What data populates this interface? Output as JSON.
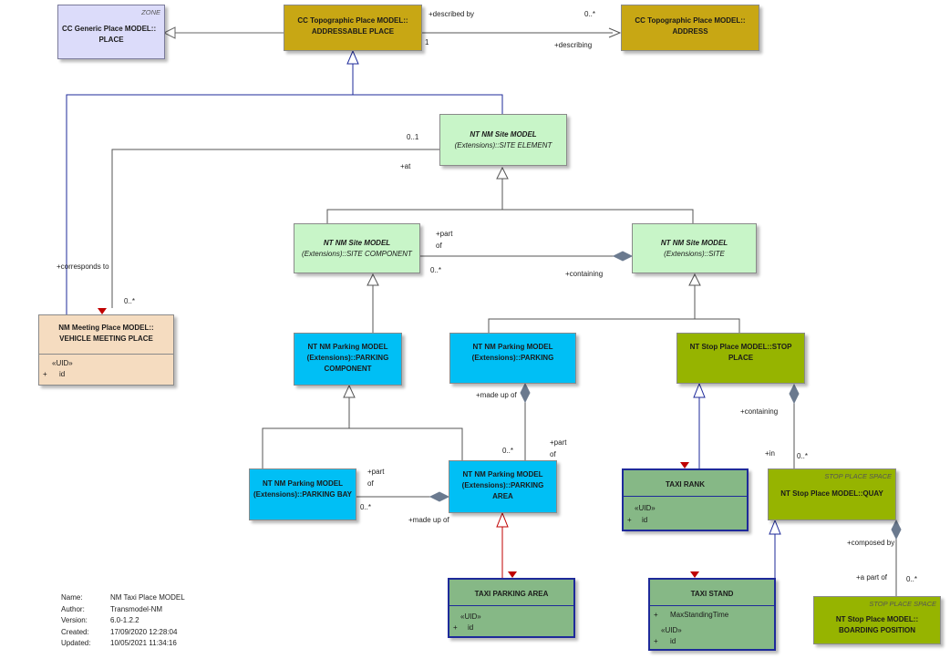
{
  "classes": {
    "generic_place": {
      "stereotype": "ZONE",
      "line1": "CC Generic Place MODEL::",
      "line2": "PLACE"
    },
    "addressable_place": {
      "line1": "CC Topographic Place MODEL::",
      "line2": "ADDRESSABLE PLACE"
    },
    "address": {
      "line1": "CC Topographic Place MODEL::",
      "line2": "ADDRESS"
    },
    "site_element": {
      "line1": "NT NM Site MODEL",
      "line2": "(Extensions)::SITE ELEMENT"
    },
    "site_component": {
      "line1": "NT NM Site MODEL",
      "line2": "(Extensions)::SITE COMPONENT"
    },
    "site": {
      "line1": "NT NM Site MODEL",
      "line2": "(Extensions)::SITE"
    },
    "vehicle_meeting_place": {
      "line1": "NM Meeting Place MODEL::",
      "line2": "VEHICLE MEETING PLACE",
      "attr_stereo": "«UID»",
      "attr_vis": "+",
      "attr_name": "id"
    },
    "parking_component": {
      "line1": "NT NM Parking MODEL",
      "line2": "(Extensions)::PARKING",
      "line3": "COMPONENT"
    },
    "parking": {
      "line1": "NT NM Parking MODEL",
      "line2": "(Extensions)::PARKING"
    },
    "stop_place": {
      "line1": "NT Stop Place MODEL::STOP",
      "line2": "PLACE"
    },
    "parking_bay": {
      "line1": "NT NM Parking MODEL",
      "line2": "(Extensions)::PARKING BAY"
    },
    "parking_area": {
      "line1": "NT NM Parking MODEL",
      "line2": "(Extensions)::PARKING",
      "line3": "AREA"
    },
    "taxi_rank": {
      "name": "TAXI RANK",
      "attr_stereo": "«UID»",
      "attr_vis": "+",
      "attr_name": "id"
    },
    "quay": {
      "stereotype": "STOP PLACE SPACE",
      "line1": "NT Stop Place MODEL::QUAY"
    },
    "taxi_parking_area": {
      "name": "TAXI PARKING AREA",
      "attr_stereo": "«UID»",
      "attr_vis": "+",
      "attr_name": "id"
    },
    "taxi_stand": {
      "name": "TAXI STAND",
      "attr1_vis": "+",
      "attr1_name": "MaxStandingTime",
      "attr_stereo": "«UID»",
      "attr_vis": "+",
      "attr_name": "id"
    },
    "boarding_position": {
      "stereotype": "STOP PLACE SPACE",
      "line1": "NT Stop Place MODEL::",
      "line2": "BOARDING POSITION"
    }
  },
  "labels": {
    "described_by": "+described by",
    "m_0_star_address": "0..*",
    "m_1_addressable": "1",
    "describing": "+describing",
    "m_0_1_at": "0..1",
    "at": "+at",
    "corresponds_to": "+corresponds to",
    "m_0_star_vmp": "0..*",
    "part_of_sc": "+part",
    "part_of_sc2": "of",
    "m_0_star_sc": "0..*",
    "containing_site": "+containing",
    "made_up_of_parking": "+made up of",
    "m_0_star_pa": "0..*",
    "part_of_pa": "+part",
    "part_of_pa2": "of",
    "part_of_pb": "+part",
    "part_of_pb2": "of",
    "m_0_star_pb": "0..*",
    "made_up_of_pa": "+made up of",
    "containing_sp": "+containing",
    "in": "+in",
    "m_0_star_quay": "0..*",
    "composed_by": "+composed by",
    "a_part_of": "+a part of",
    "m_0_star_bp": "0..*"
  },
  "notes": {
    "name_key": "Name:",
    "name_val": "NM Taxi Place MODEL",
    "author_key": "Author:",
    "author_val": "Transmodel-NM",
    "version_key": "Version:",
    "version_val": "6.0-1.2.2",
    "created_key": "Created:",
    "created_val": "17/09/2020 12:28:04",
    "updated_key": "Updated:",
    "updated_val": "10/05/2021 11:34:16"
  },
  "colors": {
    "zone": "#dcdcfa",
    "topographic": "#c8a714",
    "site": "#c8f5c8",
    "meeting": "#f5dcc0",
    "parking": "#00bff5",
    "stop_place": "#96b400",
    "taxi": "#86b886",
    "line_blue": "#1e2a9a",
    "line_red": "#c00000"
  }
}
